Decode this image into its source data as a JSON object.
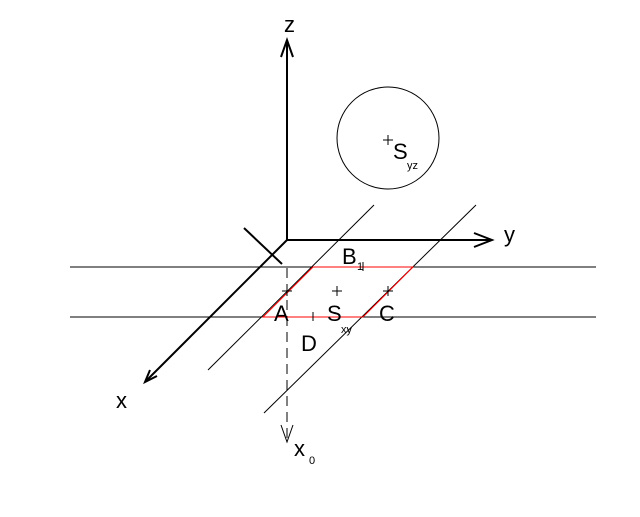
{
  "axes": {
    "z": "z",
    "y": "y",
    "x": "x",
    "x0_main": "x",
    "x0_sub": "0"
  },
  "points": {
    "A": "A",
    "B_main": "B",
    "B_sub": "1",
    "C": "C",
    "D": "D",
    "Sxy_main": "S",
    "Sxy_sub": "xy",
    "Syz_main": "S",
    "Syz_sub": "yz"
  },
  "colors": {
    "lines": "#000000",
    "parallelogram": "#ff0000",
    "background": "#ffffff"
  }
}
